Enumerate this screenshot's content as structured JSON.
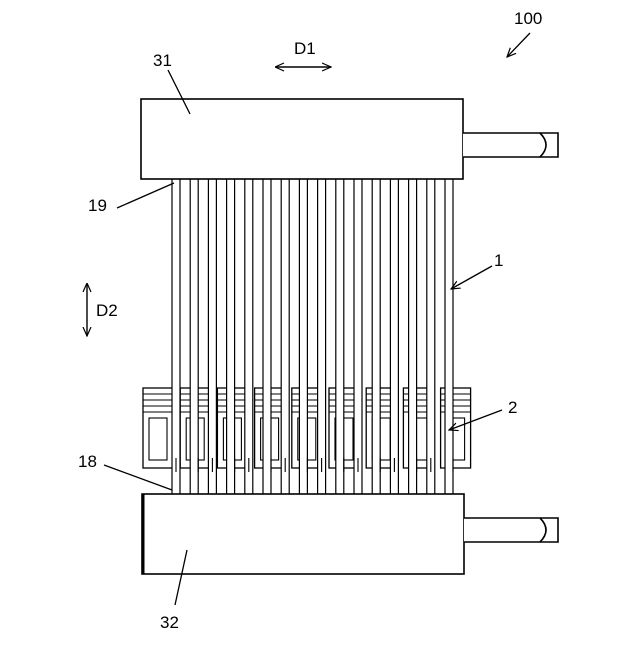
{
  "figure": {
    "ref_numbers": {
      "assembly": "100",
      "upper_header": "31",
      "lower_header": "32",
      "tubes": "1",
      "fins": "2",
      "upper_tube_end": "19",
      "lower_tube_end": "18"
    },
    "directions": {
      "horizontal": "D1",
      "vertical": "D2"
    },
    "tube_count": 16,
    "fin_module_count": 9
  }
}
